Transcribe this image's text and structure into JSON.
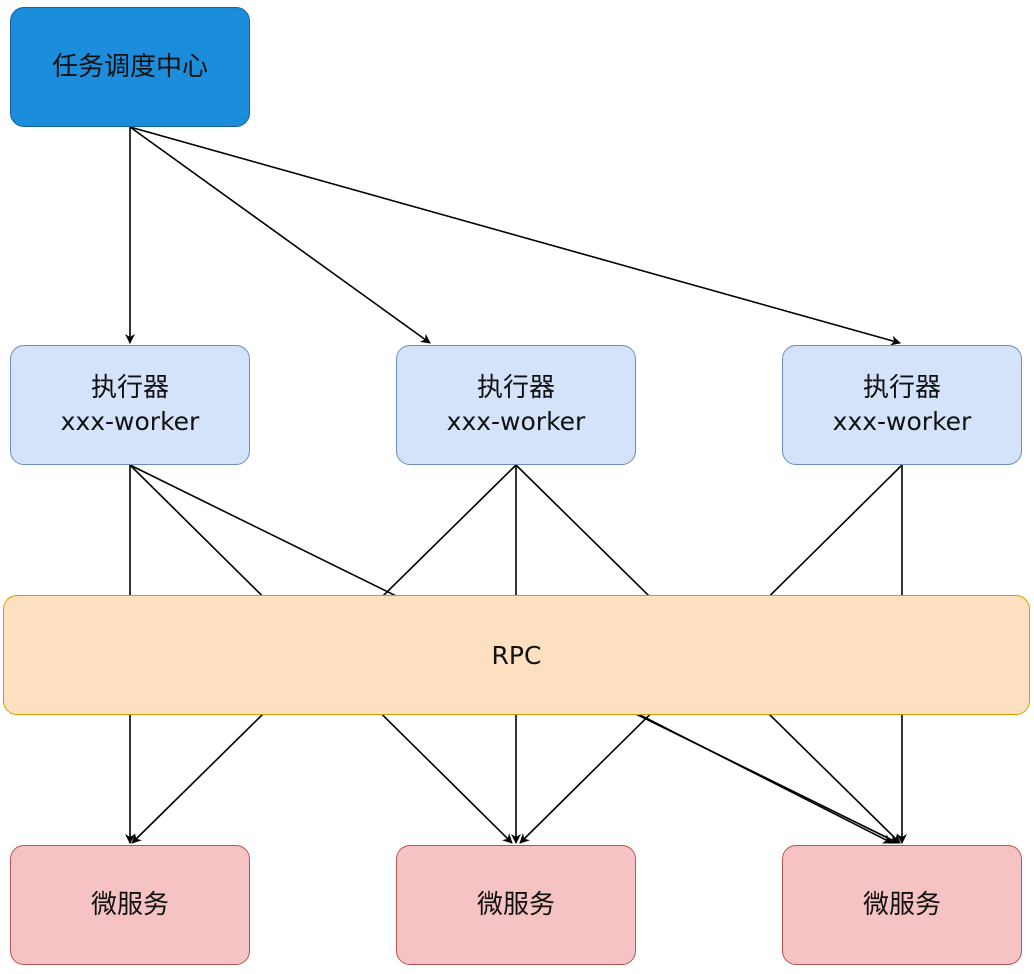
{
  "scheduler": {
    "label": "任务调度中心"
  },
  "executors": [
    {
      "label": "执行器",
      "name": "xxx-worker"
    },
    {
      "label": "执行器",
      "name": "xxx-worker"
    },
    {
      "label": "执行器",
      "name": "xxx-worker"
    }
  ],
  "rpc": {
    "label": "RPC"
  },
  "services": [
    {
      "label": "微服务"
    },
    {
      "label": "微服务"
    },
    {
      "label": "微服务"
    }
  ],
  "colors": {
    "scheduler_fill": "#1b8ddb",
    "executor_fill": "#d4e2fa",
    "rpc_fill": "#fde0c0",
    "service_fill": "#f5c3c3",
    "edge": "#000000"
  }
}
